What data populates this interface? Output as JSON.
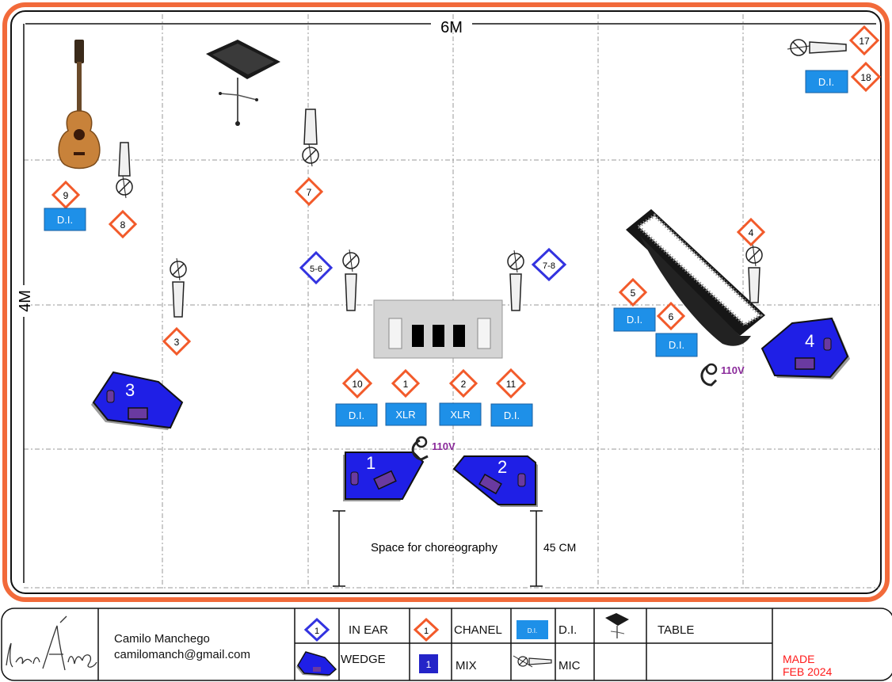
{
  "stage": {
    "width_label": "6M",
    "height_label": "4M",
    "choreography_label": "Space for choreography",
    "distance_label": "45 CM",
    "power_label": "110V"
  },
  "instruments": [
    "guitar-icon",
    "keyboard-icon",
    "table-icon",
    "mixer-icon"
  ],
  "inputs": {
    "in_ear": [
      "5-6",
      "7-8"
    ],
    "channels": [
      "1",
      "2",
      "3",
      "4",
      "5",
      "6",
      "7",
      "8",
      "9",
      "10",
      "11",
      "17",
      "18"
    ],
    "di_label": "D.I.",
    "xlr_label": "XLR"
  },
  "wedges": [
    "1",
    "2",
    "3",
    "4"
  ],
  "legend": {
    "author_name": "Camilo Manchego",
    "author_email": "camilomanch@gmail.com",
    "in_ear_sample": "1",
    "in_ear_label": "IN EAR",
    "channel_sample": "1",
    "channel_label": "CHANEL",
    "di_sample": "D.I.",
    "di_label": "D.I.",
    "table_label": "TABLE",
    "wedge_label": "WEDGE",
    "mix_sample": "1",
    "mix_label": "MIX",
    "mic_label": "MIC",
    "made_line1": "MADE",
    "made_line2": "FEB 2024"
  },
  "colors": {
    "frame_orange": "#f26a3a",
    "channel_orange": "#f25a2a",
    "in_ear_blue": "#3333e0",
    "di_blue": "#1e90e8",
    "wedge_blue": "#1f1fe6",
    "mix_blue": "#2424c8",
    "power_purple": "#8a2a9a",
    "made_red": "#ff1a1a"
  }
}
